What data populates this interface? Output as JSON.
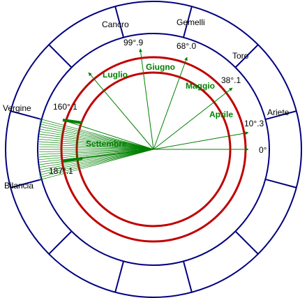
{
  "colors": {
    "zodiac_ring": "#000080",
    "orbit_ring": "#c00000",
    "arrow": "#008000",
    "month_text": "#008000",
    "text": "#000000"
  },
  "zodiac_signs": [
    {
      "id": "ariete",
      "label": "Ariete"
    },
    {
      "id": "toro",
      "label": "Toro"
    },
    {
      "id": "gemelli",
      "label": "Gemelli"
    },
    {
      "id": "cancro",
      "label": "Cancro"
    },
    {
      "id": "vergine",
      "label": "Vergine"
    },
    {
      "id": "bilancia",
      "label": "Bilancia"
    }
  ],
  "degree_labels": [
    {
      "id": "0",
      "label": "0°"
    },
    {
      "id": "10-3",
      "label": "10°.3"
    },
    {
      "id": "38-1",
      "label": "38°.1"
    },
    {
      "id": "68-0",
      "label": "68°.0"
    },
    {
      "id": "99-9",
      "label": "99°.9"
    },
    {
      "id": "160-1",
      "label": "160°.1"
    },
    {
      "id": "187-1",
      "label": "187°.1"
    }
  ],
  "months": [
    {
      "id": "luglio",
      "label": "Luglio"
    },
    {
      "id": "giugno",
      "label": "Giugno"
    },
    {
      "id": "maggio",
      "label": "Maggio"
    },
    {
      "id": "aprile",
      "label": "Aprile"
    },
    {
      "id": "settembre",
      "label": "Settembre"
    }
  ]
}
